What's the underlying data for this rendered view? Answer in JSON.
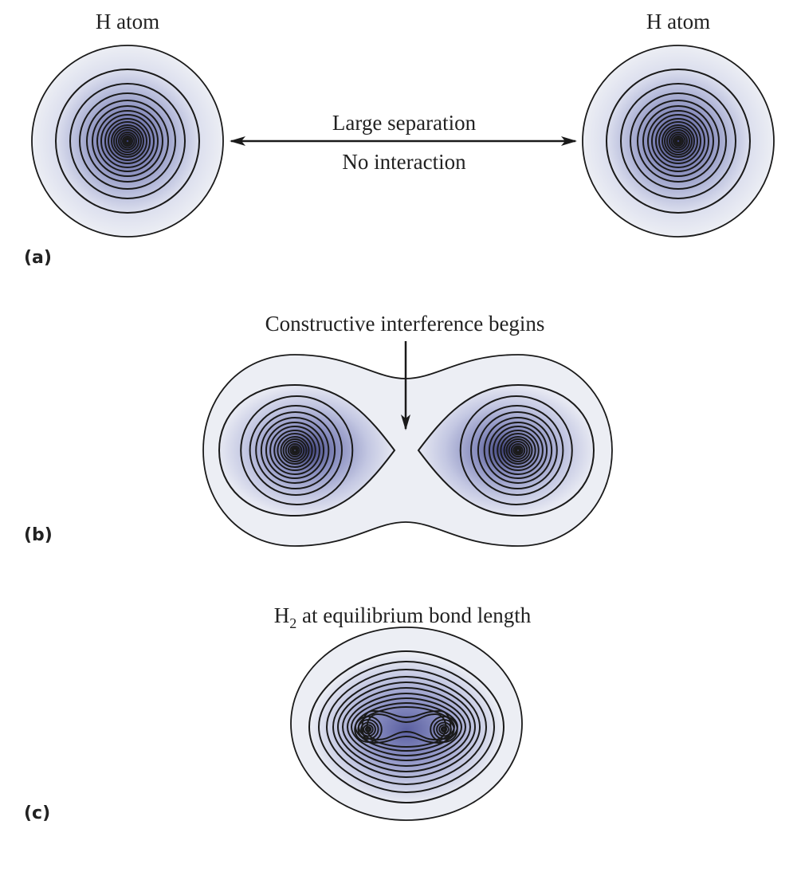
{
  "figure": {
    "panels": [
      {
        "id": "a",
        "label": "(a)",
        "atom_left_title": "H atom",
        "atom_right_title": "H atom",
        "arrow_label_top": "Large separation",
        "arrow_label_bottom": "No interaction"
      },
      {
        "id": "b",
        "label": "(b)",
        "annotation": "Constructive interference begins"
      },
      {
        "id": "c",
        "label": "(c)",
        "title_prefix": "H",
        "title_subscript": "2",
        "title_suffix": " at equilibrium bond length"
      }
    ],
    "colors": {
      "outer_fill": "#eceef4",
      "mid_fill": "#b9bedc",
      "core_fill": "#3b3f7a",
      "contour_stroke": "#1a1a1a"
    }
  }
}
